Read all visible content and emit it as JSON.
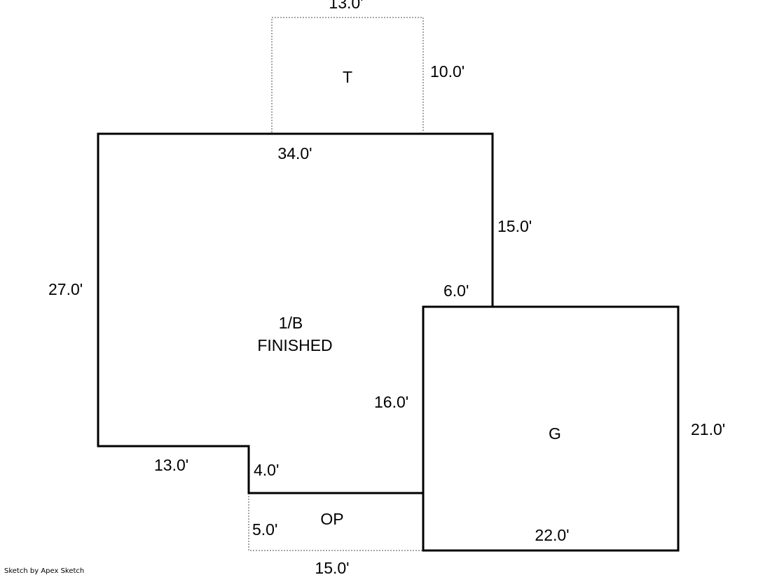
{
  "sketch": {
    "credit": "Sketch by Apex Sketch",
    "areas": {
      "main": {
        "code": "1/B",
        "description": "FINISHED"
      },
      "garage": {
        "code": "G"
      },
      "terrace": {
        "code": "T"
      },
      "porch": {
        "code": "OP"
      }
    },
    "dimensions": {
      "terrace_width": "13.0'",
      "terrace_depth": "10.0'",
      "main_top": "34.0'",
      "main_right_upper": "15.0'",
      "main_left": "27.0'",
      "main_notch_step": "6.0'",
      "main_inner_right": "16.0'",
      "main_bottom_left": "13.0'",
      "main_notch_left": "4.0'",
      "porch_depth": "5.0'",
      "porch_width": "15.0'",
      "garage_right": "21.0'",
      "garage_bottom": "22.0'"
    }
  }
}
